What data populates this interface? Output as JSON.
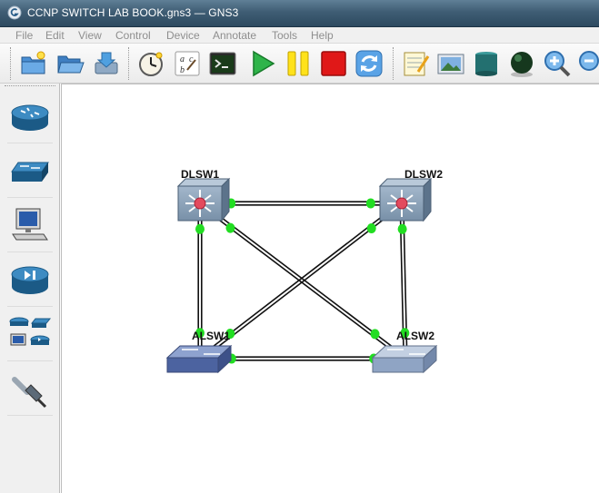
{
  "window": {
    "title": "CCNP SWITCH LAB BOOK.gns3 — GNS3"
  },
  "menu": [
    "File",
    "Edit",
    "View",
    "Control",
    "Device",
    "Annotate",
    "Tools",
    "Help"
  ],
  "toolbar": [
    {
      "id": "new-project",
      "icon": "new-folder-icon"
    },
    {
      "id": "open-project",
      "icon": "open-folder-icon"
    },
    {
      "id": "save-project",
      "icon": "save-icon"
    },
    {
      "id": "snapshot",
      "icon": "clock-icon"
    },
    {
      "id": "show-interface-labels",
      "icon": "abc-labels-icon"
    },
    {
      "id": "console-all",
      "icon": "console-icon"
    },
    {
      "id": "start-all",
      "icon": "play-icon"
    },
    {
      "id": "suspend-all",
      "icon": "pause-icon"
    },
    {
      "id": "stop-all",
      "icon": "stop-icon"
    },
    {
      "id": "reload-all",
      "icon": "reload-icon"
    },
    {
      "id": "add-note",
      "icon": "note-icon"
    },
    {
      "id": "insert-picture",
      "icon": "picture-icon"
    },
    {
      "id": "draw-rectangle",
      "icon": "rectangle-icon"
    },
    {
      "id": "draw-ellipse",
      "icon": "ellipse-icon"
    },
    {
      "id": "zoom-in",
      "icon": "zoom-in-icon"
    },
    {
      "id": "zoom-out",
      "icon": "zoom-out-icon"
    }
  ],
  "device_panel": [
    {
      "id": "routers",
      "icon": "router-icon"
    },
    {
      "id": "switches",
      "icon": "switch-icon"
    },
    {
      "id": "end-devices",
      "icon": "pc-icon"
    },
    {
      "id": "security-devices",
      "icon": "firewall-icon"
    },
    {
      "id": "all-devices",
      "icon": "all-devices-icon"
    },
    {
      "id": "add-link",
      "icon": "cable-icon"
    }
  ],
  "topology": {
    "nodes": [
      {
        "id": "DLSW1",
        "label": "DLSW1",
        "type": "multilayer-switch"
      },
      {
        "id": "DLSW2",
        "label": "DLSW2",
        "type": "multilayer-switch"
      },
      {
        "id": "ALSW1",
        "label": "ALSW1",
        "type": "ethernet-switch",
        "color": "#5a72a8"
      },
      {
        "id": "ALSW2",
        "label": "ALSW2",
        "type": "ethernet-switch",
        "color": "#8fa4c4"
      }
    ],
    "links": [
      {
        "from": "DLSW1",
        "to": "DLSW2",
        "status": "up"
      },
      {
        "from": "ALSW1",
        "to": "ALSW2",
        "status": "up"
      },
      {
        "from": "DLSW1",
        "to": "ALSW1",
        "status": "up"
      },
      {
        "from": "DLSW2",
        "to": "ALSW2",
        "status": "up"
      },
      {
        "from": "DLSW1",
        "to": "ALSW2",
        "status": "up"
      },
      {
        "from": "DLSW2",
        "to": "ALSW1",
        "status": "up"
      }
    ],
    "link_status_color": "#22dd22"
  }
}
